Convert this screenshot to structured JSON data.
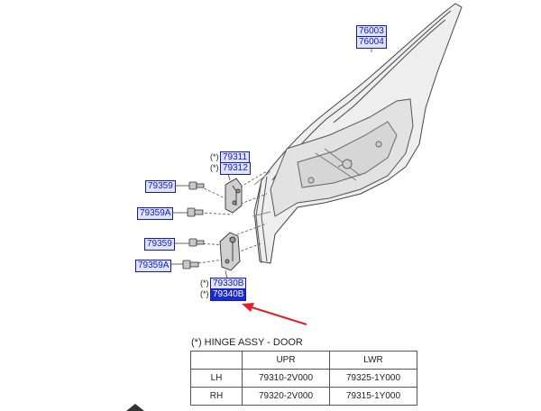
{
  "callouts": {
    "door_top_1": "76003",
    "door_top_2": "76004",
    "hinge_upper_1": "79311",
    "hinge_upper_2": "79312",
    "bolt_upper_1": "79359",
    "bolt_upper_2": "79359A",
    "bolt_lower_1": "79359",
    "bolt_lower_2": "79359A",
    "hinge_lower_1": "79330B",
    "hinge_lower_2": "79340B",
    "star": "(*)"
  },
  "legend": {
    "title": "(*) HINGE ASSY - DOOR",
    "headers": [
      "",
      "UPR",
      "LWR"
    ],
    "rows": [
      [
        "LH",
        "79310-2V000",
        "79325-1Y000"
      ],
      [
        "RH",
        "79320-2V000",
        "79315-1Y000"
      ]
    ]
  },
  "colors": {
    "callout_text": "#1a1aa6",
    "callout_fill": "#dde4ff",
    "callout_highlight": "#1a2bd6",
    "arrow": "#e0202a"
  }
}
